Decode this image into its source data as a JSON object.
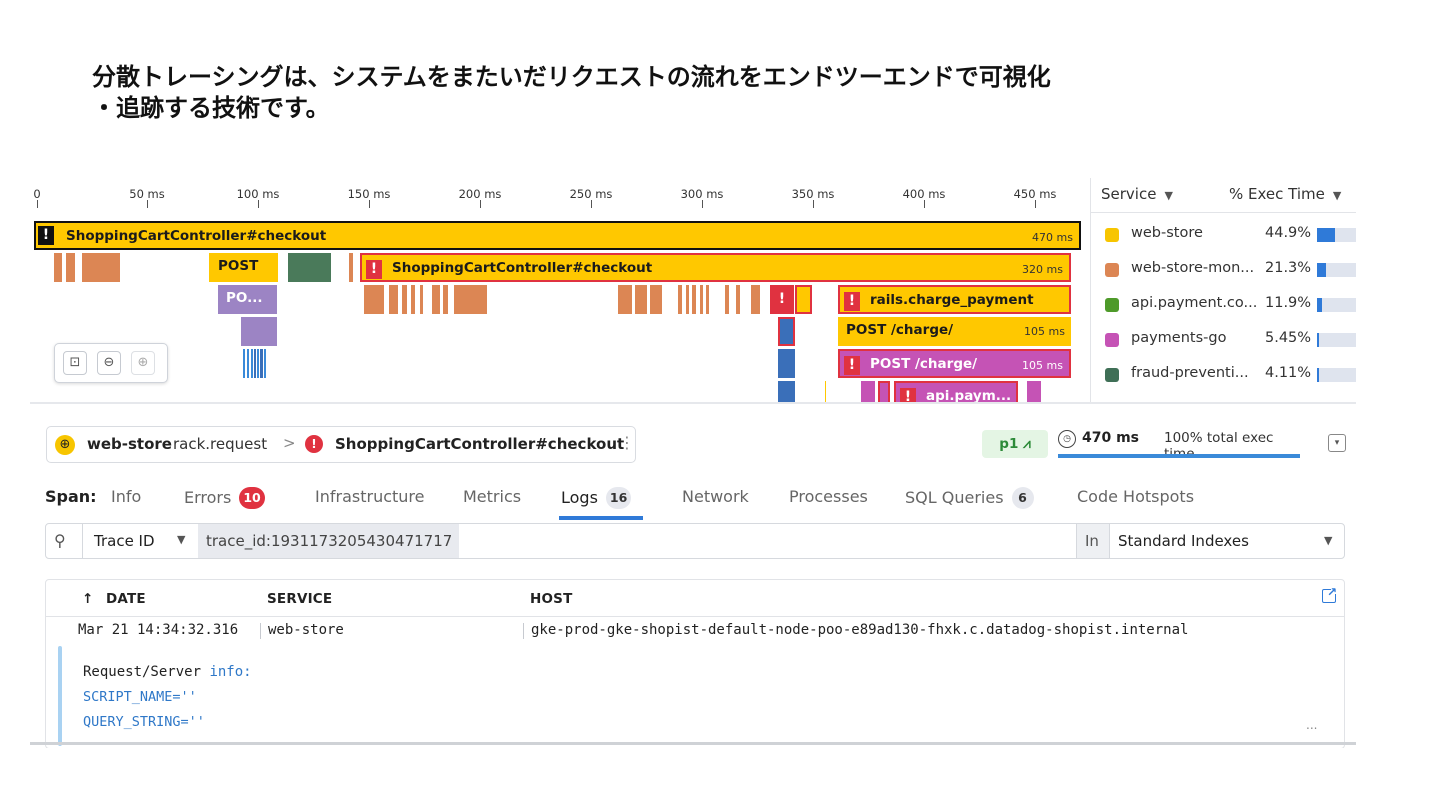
{
  "heading": {
    "line1": "分散トレーシングは、システムをまたいだリクエストの流れをエンドツーエンドで可視化",
    "line2": "・追跡する技術です。"
  },
  "timeline": {
    "ticks": [
      "0",
      "50 ms",
      "100 ms",
      "150 ms",
      "200 ms",
      "250 ms",
      "300 ms",
      "350 ms",
      "400 ms",
      "450 ms"
    ]
  },
  "spans": {
    "root": {
      "label": "ShoppingCartController#checkout",
      "duration": "470 ms"
    },
    "post_small": {
      "label": "POST"
    },
    "po_trunc": {
      "label": "PO..."
    },
    "inner_checkout": {
      "label": "ShoppingCartController#checkout",
      "duration": "320 ms"
    },
    "charge_payment": {
      "label": "rails.charge_payment"
    },
    "post_charge": {
      "label": "POST /charge/",
      "duration": "105 ms"
    },
    "post_charge2": {
      "label": "POST /charge/",
      "duration": "105 ms"
    },
    "api_paym": {
      "label": "api.paym..."
    },
    "error_glyph": "!"
  },
  "colors": {
    "yellow": "#ffc800",
    "orange": "#dc8654",
    "green": "#4a7a5a",
    "purple": "#9c84c4",
    "blue": "#3a6fb9",
    "magenta": "#c553b5",
    "error_red": "#e03240",
    "accent_blue": "#2f7ad8"
  },
  "service_panel": {
    "col_service": "Service",
    "col_exec": "% Exec Time",
    "rows": [
      {
        "name": "web-store",
        "pct": "44.9%",
        "fill": 0.449,
        "color": "#f7c500"
      },
      {
        "name": "web-store-mon...",
        "pct": "21.3%",
        "fill": 0.213,
        "color": "#dc8654"
      },
      {
        "name": "api.payment.co...",
        "pct": "11.9%",
        "fill": 0.119,
        "color": "#4e9a2a"
      },
      {
        "name": "payments-go",
        "pct": "5.45%",
        "fill": 0.0545,
        "color": "#c553b5"
      },
      {
        "name": "fraud-preventi...",
        "pct": "4.11%",
        "fill": 0.0411,
        "color": "#3f6f56"
      }
    ]
  },
  "zoom_controls": {
    "fit_icon": "fit-icon",
    "zoom_out_icon": "zoom-out-icon",
    "zoom_in_icon": "zoom-in-icon"
  },
  "breadcrumb": {
    "service": "web-store",
    "operation": "rack.request",
    "resource": "ShoppingCartController#checkout"
  },
  "priority": {
    "label": "p1",
    "icon": "chart-icon"
  },
  "duration": {
    "value": "470 ms",
    "total": "100% total exec time"
  },
  "tabs": {
    "lead": "Span:",
    "items": [
      {
        "label": "Info"
      },
      {
        "label": "Errors",
        "badge": "10"
      },
      {
        "label": "Infrastructure"
      },
      {
        "label": "Metrics"
      },
      {
        "label": "Logs",
        "badge": "16"
      },
      {
        "label": "Network"
      },
      {
        "label": "Processes"
      },
      {
        "label": "SQL Queries",
        "badge": "6"
      },
      {
        "label": "Code Hotspots"
      }
    ],
    "active": "Logs"
  },
  "search": {
    "field": "Trace ID",
    "query": "trace_id:1931173205430471717",
    "in_label": "In",
    "index": "Standard Indexes"
  },
  "logs": {
    "columns": {
      "date": "DATE",
      "service": "SERVICE",
      "host": "HOST"
    },
    "sort_arrow": "↑",
    "row": {
      "date": "Mar 21 14:34:32.316",
      "service": "web-store",
      "host": "gke-prod-gke-shopist-default-node-poo-e89ad130-fhxk.c.datadog-shopist.internal",
      "msg_prefix": "Request/Server ",
      "msg_level": "info:",
      "line2": "SCRIPT_NAME=''",
      "line3": "QUERY_STRING=''",
      "more": "..."
    }
  }
}
